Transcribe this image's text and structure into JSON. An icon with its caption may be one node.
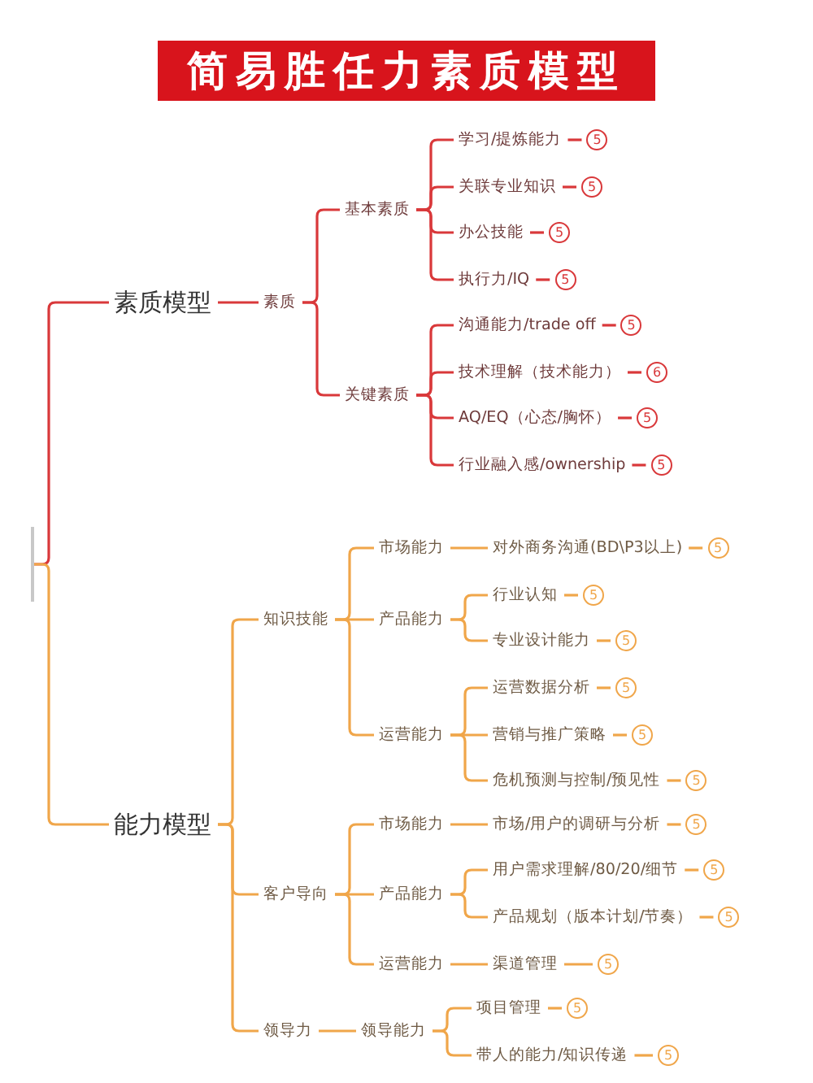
{
  "diagram": {
    "title": "简易胜任力素质模型",
    "nodes": [
      {
        "text": [],
        "shape": "bar"
      },
      {
        "text": [
          "素质模型"
        ]
      },
      {
        "text": [
          "素质"
        ]
      },
      {
        "text": [
          "基本素质"
        ]
      },
      {
        "text": [
          "学习/提炼能力"
        ]
      },
      {
        "text": [
          "5"
        ]
      },
      {
        "text": [
          "关联专业知识"
        ]
      },
      {
        "text": [
          "5"
        ]
      },
      {
        "text": [
          "办公技能"
        ]
      },
      {
        "text": [
          "5"
        ]
      },
      {
        "text": [
          "执行力/IQ"
        ]
      },
      {
        "text": [
          "5"
        ]
      },
      {
        "text": [
          "关键素质"
        ]
      },
      {
        "text": [
          "沟通能力/trade off"
        ]
      },
      {
        "text": [
          "5"
        ]
      },
      {
        "text": [
          "技术理解（技术能力）"
        ]
      },
      {
        "text": [
          "6"
        ]
      },
      {
        "text": [
          "AQ/EQ（心态/胸怀）"
        ]
      },
      {
        "text": [
          "5"
        ]
      },
      {
        "text": [
          "行业融入感/ownership"
        ]
      },
      {
        "text": [
          "5"
        ]
      },
      {
        "text": [
          "能力模型"
        ]
      },
      {
        "text": [
          "知识技能"
        ]
      },
      {
        "text": [
          "市场能力"
        ]
      },
      {
        "text": [
          "对外商务沟通(BD\\P3以上)"
        ]
      },
      {
        "text": [
          "5"
        ]
      },
      {
        "text": [
          "产品能力"
        ]
      },
      {
        "text": [
          "行业认知"
        ]
      },
      {
        "text": [
          "5"
        ]
      },
      {
        "text": [
          "专业设计能力"
        ]
      },
      {
        "text": [
          "5"
        ]
      },
      {
        "text": [
          "运营能力"
        ]
      },
      {
        "text": [
          "运营数据分析"
        ]
      },
      {
        "text": [
          "5"
        ]
      },
      {
        "text": [
          "营销与推广策略"
        ]
      },
      {
        "text": [
          "5"
        ]
      },
      {
        "text": [
          "危机预测与控制/预见性"
        ]
      },
      {
        "text": [
          "5"
        ]
      },
      {
        "text": [
          "客户导向"
        ]
      },
      {
        "text": [
          "市场能力"
        ]
      },
      {
        "text": [
          "市场/用户的调研与分析"
        ]
      },
      {
        "text": [
          "5"
        ]
      },
      {
        "text": [
          "产品能力"
        ]
      },
      {
        "text": [
          "用户需求理解/80/20/细节"
        ]
      },
      {
        "text": [
          "5"
        ]
      },
      {
        "text": [
          "产品规划（版本计划/节奏）"
        ]
      },
      {
        "text": [
          "5"
        ]
      },
      {
        "text": [
          "运营能力"
        ]
      },
      {
        "text": [
          "渠道管理"
        ]
      },
      {
        "text": [
          "5"
        ]
      },
      {
        "text": [
          "领导力"
        ]
      },
      {
        "text": [
          "领导能力"
        ]
      },
      {
        "text": [
          "项目管理"
        ]
      },
      {
        "text": [
          "5"
        ]
      },
      {
        "text": [
          "带人的能力/知识传递"
        ]
      },
      {
        "text": [
          "5"
        ]
      }
    ],
    "edges": [
      {
        "from": 0,
        "to": 1,
        "arrow": "none",
        "color": "#d9383a"
      },
      {
        "from": 1,
        "to": 2,
        "arrow": "none",
        "color": "#d9383a"
      },
      {
        "from": 2,
        "to": 3,
        "arrow": "none",
        "color": "#d9383a"
      },
      {
        "from": 3,
        "to": 4,
        "arrow": "none",
        "color": "#d9383a"
      },
      {
        "from": 4,
        "to": 5,
        "arrow": "none",
        "color": "#d9383a"
      },
      {
        "from": 3,
        "to": 6,
        "arrow": "none",
        "color": "#d9383a"
      },
      {
        "from": 6,
        "to": 7,
        "arrow": "none",
        "color": "#d9383a"
      },
      {
        "from": 3,
        "to": 8,
        "arrow": "none",
        "color": "#d9383a"
      },
      {
        "from": 8,
        "to": 9,
        "arrow": "none",
        "color": "#d9383a"
      },
      {
        "from": 3,
        "to": 10,
        "arrow": "none",
        "color": "#d9383a"
      },
      {
        "from": 10,
        "to": 11,
        "arrow": "none",
        "color": "#d9383a"
      },
      {
        "from": 2,
        "to": 12,
        "arrow": "none",
        "color": "#d9383a"
      },
      {
        "from": 12,
        "to": 13,
        "arrow": "none",
        "color": "#d9383a"
      },
      {
        "from": 13,
        "to": 14,
        "arrow": "none",
        "color": "#d9383a"
      },
      {
        "from": 12,
        "to": 15,
        "arrow": "none",
        "color": "#d9383a"
      },
      {
        "from": 15,
        "to": 16,
        "arrow": "none",
        "color": "#d9383a"
      },
      {
        "from": 12,
        "to": 17,
        "arrow": "none",
        "color": "#d9383a"
      },
      {
        "from": 17,
        "to": 18,
        "arrow": "none",
        "color": "#d9383a"
      },
      {
        "from": 12,
        "to": 19,
        "arrow": "none",
        "color": "#d9383a"
      },
      {
        "from": 19,
        "to": 20,
        "arrow": "none",
        "color": "#d9383a"
      },
      {
        "from": 0,
        "to": 21,
        "arrow": "none"
      },
      {
        "from": 21,
        "to": 22,
        "arrow": "none"
      },
      {
        "from": 22,
        "to": 23,
        "arrow": "none"
      },
      {
        "from": 23,
        "to": 24,
        "arrow": "none"
      },
      {
        "from": 24,
        "to": 25,
        "arrow": "none"
      },
      {
        "from": 22,
        "to": 26,
        "arrow": "none"
      },
      {
        "from": 26,
        "to": 27,
        "arrow": "none"
      },
      {
        "from": 27,
        "to": 28,
        "arrow": "none"
      },
      {
        "from": 26,
        "to": 29,
        "arrow": "none"
      },
      {
        "from": 29,
        "to": 30,
        "arrow": "none"
      },
      {
        "from": 22,
        "to": 31,
        "arrow": "none"
      },
      {
        "from": 31,
        "to": 32,
        "arrow": "none"
      },
      {
        "from": 32,
        "to": 33,
        "arrow": "none"
      },
      {
        "from": 31,
        "to": 34,
        "arrow": "none"
      },
      {
        "from": 34,
        "to": 35,
        "arrow": "none"
      },
      {
        "from": 31,
        "to": 36,
        "arrow": "none"
      },
      {
        "from": 36,
        "to": 37,
        "arrow": "none"
      },
      {
        "from": 21,
        "to": 38,
        "arrow": "none"
      },
      {
        "from": 38,
        "to": 39,
        "arrow": "none"
      },
      {
        "from": 39,
        "to": 40,
        "arrow": "none"
      },
      {
        "from": 40,
        "to": 41,
        "arrow": "none"
      },
      {
        "from": 38,
        "to": 42,
        "arrow": "none"
      },
      {
        "from": 42,
        "to": 43,
        "arrow": "none"
      },
      {
        "from": 43,
        "to": 44,
        "arrow": "none"
      },
      {
        "from": 42,
        "to": 45,
        "arrow": "none"
      },
      {
        "from": 45,
        "to": 46,
        "arrow": "none"
      },
      {
        "from": 38,
        "to": 47,
        "arrow": "none"
      },
      {
        "from": 47,
        "to": 48,
        "arrow": "none"
      },
      {
        "from": 48,
        "to": 49,
        "arrow": "none"
      },
      {
        "from": 21,
        "to": 50,
        "arrow": "none"
      },
      {
        "from": 50,
        "to": 51,
        "arrow": "none"
      },
      {
        "from": 51,
        "to": 52,
        "arrow": "none"
      },
      {
        "from": 52,
        "to": 53,
        "arrow": "none"
      },
      {
        "from": 51,
        "to": 54,
        "arrow": "none"
      },
      {
        "from": 54,
        "to": 55,
        "arrow": "none"
      }
    ]
  }
}
